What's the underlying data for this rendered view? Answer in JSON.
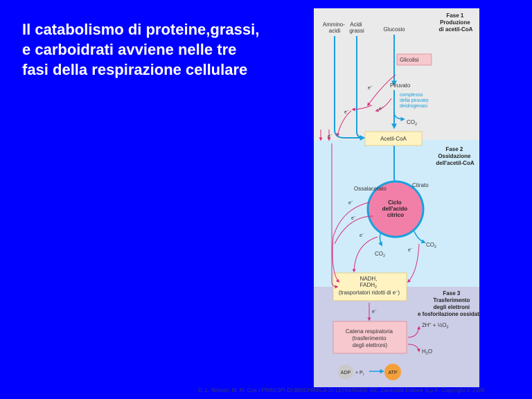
{
  "title_lines": [
    "Il catabolismo di proteine,grassi,",
    "e carboidrati avviene nelle tre",
    "fasi della respirazione cellulare"
  ],
  "phase1": {
    "lines": [
      "Fase 1",
      "Produzione",
      "di acetil-CoA"
    ]
  },
  "phase2": {
    "lines": [
      "Fase 2",
      "Ossidazione",
      "dell'acetil-CoA"
    ]
  },
  "phase3": {
    "lines": [
      "Fase 3",
      "Trasferimento",
      "degli elettroni",
      "e fosforilazione ossidativa"
    ]
  },
  "inputs": {
    "amino": [
      "Ammino-",
      "acidi"
    ],
    "fatty": [
      "Acidi",
      "grassi"
    ],
    "glucose": "Glucosio"
  },
  "glycolysis": "Glicolisi",
  "pyruvate": "Piruvato",
  "pdh": [
    "complesso",
    "della piruvato",
    "deidrogenasi"
  ],
  "co2": "CO",
  "co2_sub": "2",
  "acetyl_coa": "Acetil-CoA",
  "oxaloacetate": "Ossalacetato",
  "citrate": "Citrato",
  "cycle": [
    "Ciclo",
    "dell'acido",
    "citrico"
  ],
  "electron": "e",
  "electron_sup": "−",
  "carriers": [
    "NADH,",
    "FADH",
    "(trasportatori ridotti di e"
  ],
  "fadh_sub": "2",
  "chain": [
    "Catena respiratoria",
    "(trasferimento",
    "degli elettroni)"
  ],
  "o2_eq": {
    "lhs": "2H",
    "plus": "+",
    "half": "½",
    "o2": "O"
  },
  "h2o": {
    "h": "H",
    "sub": "2",
    "o": "O"
  },
  "adp": "ADP",
  "pi": "+ P",
  "pi_sub": "i",
  "atp": "ATP",
  "footer": "D. L. Nelson, M. M. Cox I PRINCIPI DI BIOCHIMICA DI LEHNINGER 4/E, Zanichelli Editore S.p.A. Copyright © 2006",
  "colors": {
    "background": "#0000ff",
    "phase1_bg": "#eaeaea",
    "phase2_bg": "#d0ecfa",
    "phase3_bg": "#cccde6",
    "flow_arrow": "#1aa0de",
    "electron_arrow": "#d6307a",
    "cycle_fill": "#f27fa8",
    "box_yellow": "#fff3c2",
    "box_pink": "#f8c8cf",
    "adp_fill": "#c9c9c9",
    "atp_fill": "#f4a03a"
  }
}
